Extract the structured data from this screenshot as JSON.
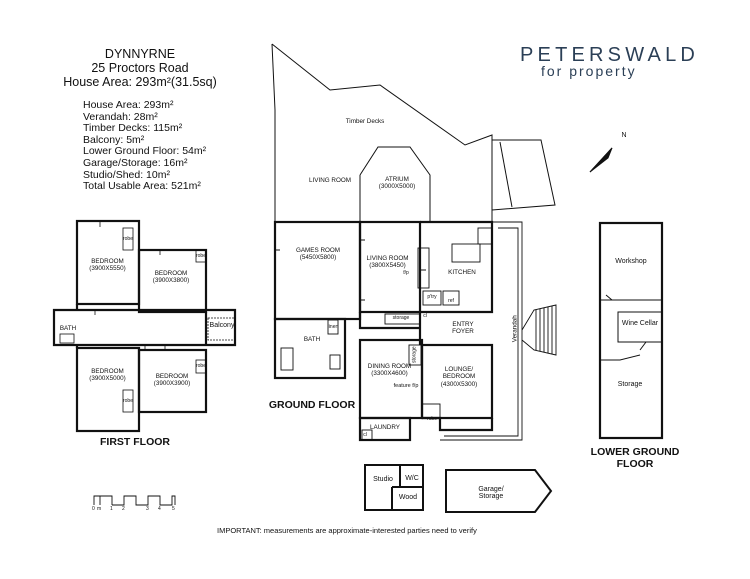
{
  "header": {
    "suburb": "DYNNYRNE",
    "address": "25 Proctors Road",
    "house_area_line": "House Area: 293m²(31.5sq)"
  },
  "areas": [
    "House Area: 293m²",
    "Verandah: 28m²",
    "Timber Decks: 115m²",
    "Balcony: 5m²",
    "Lower Ground Floor: 54m²",
    "Garage/Storage: 16m²",
    "Studio/Shed: 10m²",
    "Total Usable Area: 521m²"
  ],
  "brand": {
    "name": "PETERSWALD",
    "tagline": "for property"
  },
  "compass": {
    "label": "N"
  },
  "floors": {
    "first": "FIRST FLOOR",
    "ground": "GROUND FLOOR",
    "lower": "LOWER GROUND FLOOR"
  },
  "rooms": {
    "bed1": "BEDROOM (3900X5550)",
    "bed2": "BEDROOM (3900X3800)",
    "bed3": "BEDROOM (3900X5000)",
    "bed4": "BEDROOM (3900X3900)",
    "bath_first": "BATH",
    "balcony": "Balcony",
    "robe": "robe",
    "timber_decks": "Timber Decks",
    "living_room_deck": "LIVING ROOM",
    "atrium": "ATRIUM (3000X5000)",
    "games_room": "GAMES ROOM (5450X5800)",
    "living_room": "LIVING ROOM (3800X5450)",
    "kitchen": "KITCHEN",
    "pantry": "p'try",
    "ref": "ref",
    "fp": "f/p",
    "storage_small": "storage",
    "cl": "cl",
    "bath_ground": "BATH",
    "linen": "linen",
    "entry": "ENTRY FOYER",
    "verandah": "Verandah",
    "dining": "DINING ROOM (3300X4600)",
    "feature_fp": "feature f/p",
    "lounge": "LOUNGE/ BEDROOM (4300X5300)",
    "laundry": "LAUNDRY",
    "storage_vertical": "storage",
    "workshop": "Workshop",
    "wine_cellar": "Wine Cellar",
    "lower_storage": "Storage",
    "studio": "Studio",
    "wc": "W/C",
    "wood": "Wood",
    "garage": "Garage/ Storage"
  },
  "scale": {
    "labels": [
      "0",
      "1",
      "2",
      "3",
      "4",
      "5"
    ],
    "unit": "m"
  },
  "disclaimer": "IMPORTANT: measurements are approximate-interested parties need to verify"
}
